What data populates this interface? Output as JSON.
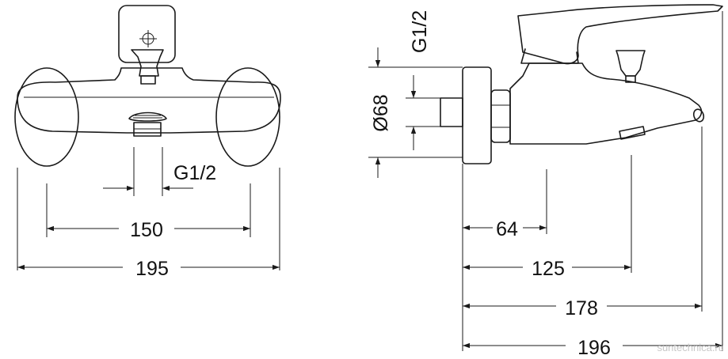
{
  "front_view": {
    "thread_label": "G1/2",
    "dim_center_distance": "150",
    "dim_width": "195"
  },
  "side_view": {
    "thread_label": "G1/2",
    "dim_diameter": "Ø68",
    "dim_64": "64",
    "dim_125": "125",
    "dim_178": "178",
    "dim_196": "196"
  },
  "watermark": "suntechnica.ru"
}
